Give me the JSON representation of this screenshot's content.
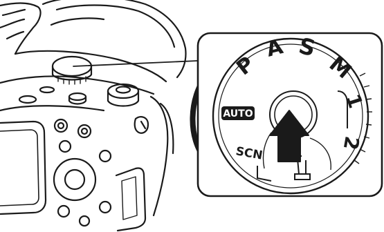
{
  "dial": {
    "modes": {
      "p": "P",
      "a": "A",
      "s": "S",
      "m": "M",
      "mr1": "1",
      "mr2": "2",
      "auto": "AUTO",
      "scn": "SCN"
    }
  }
}
